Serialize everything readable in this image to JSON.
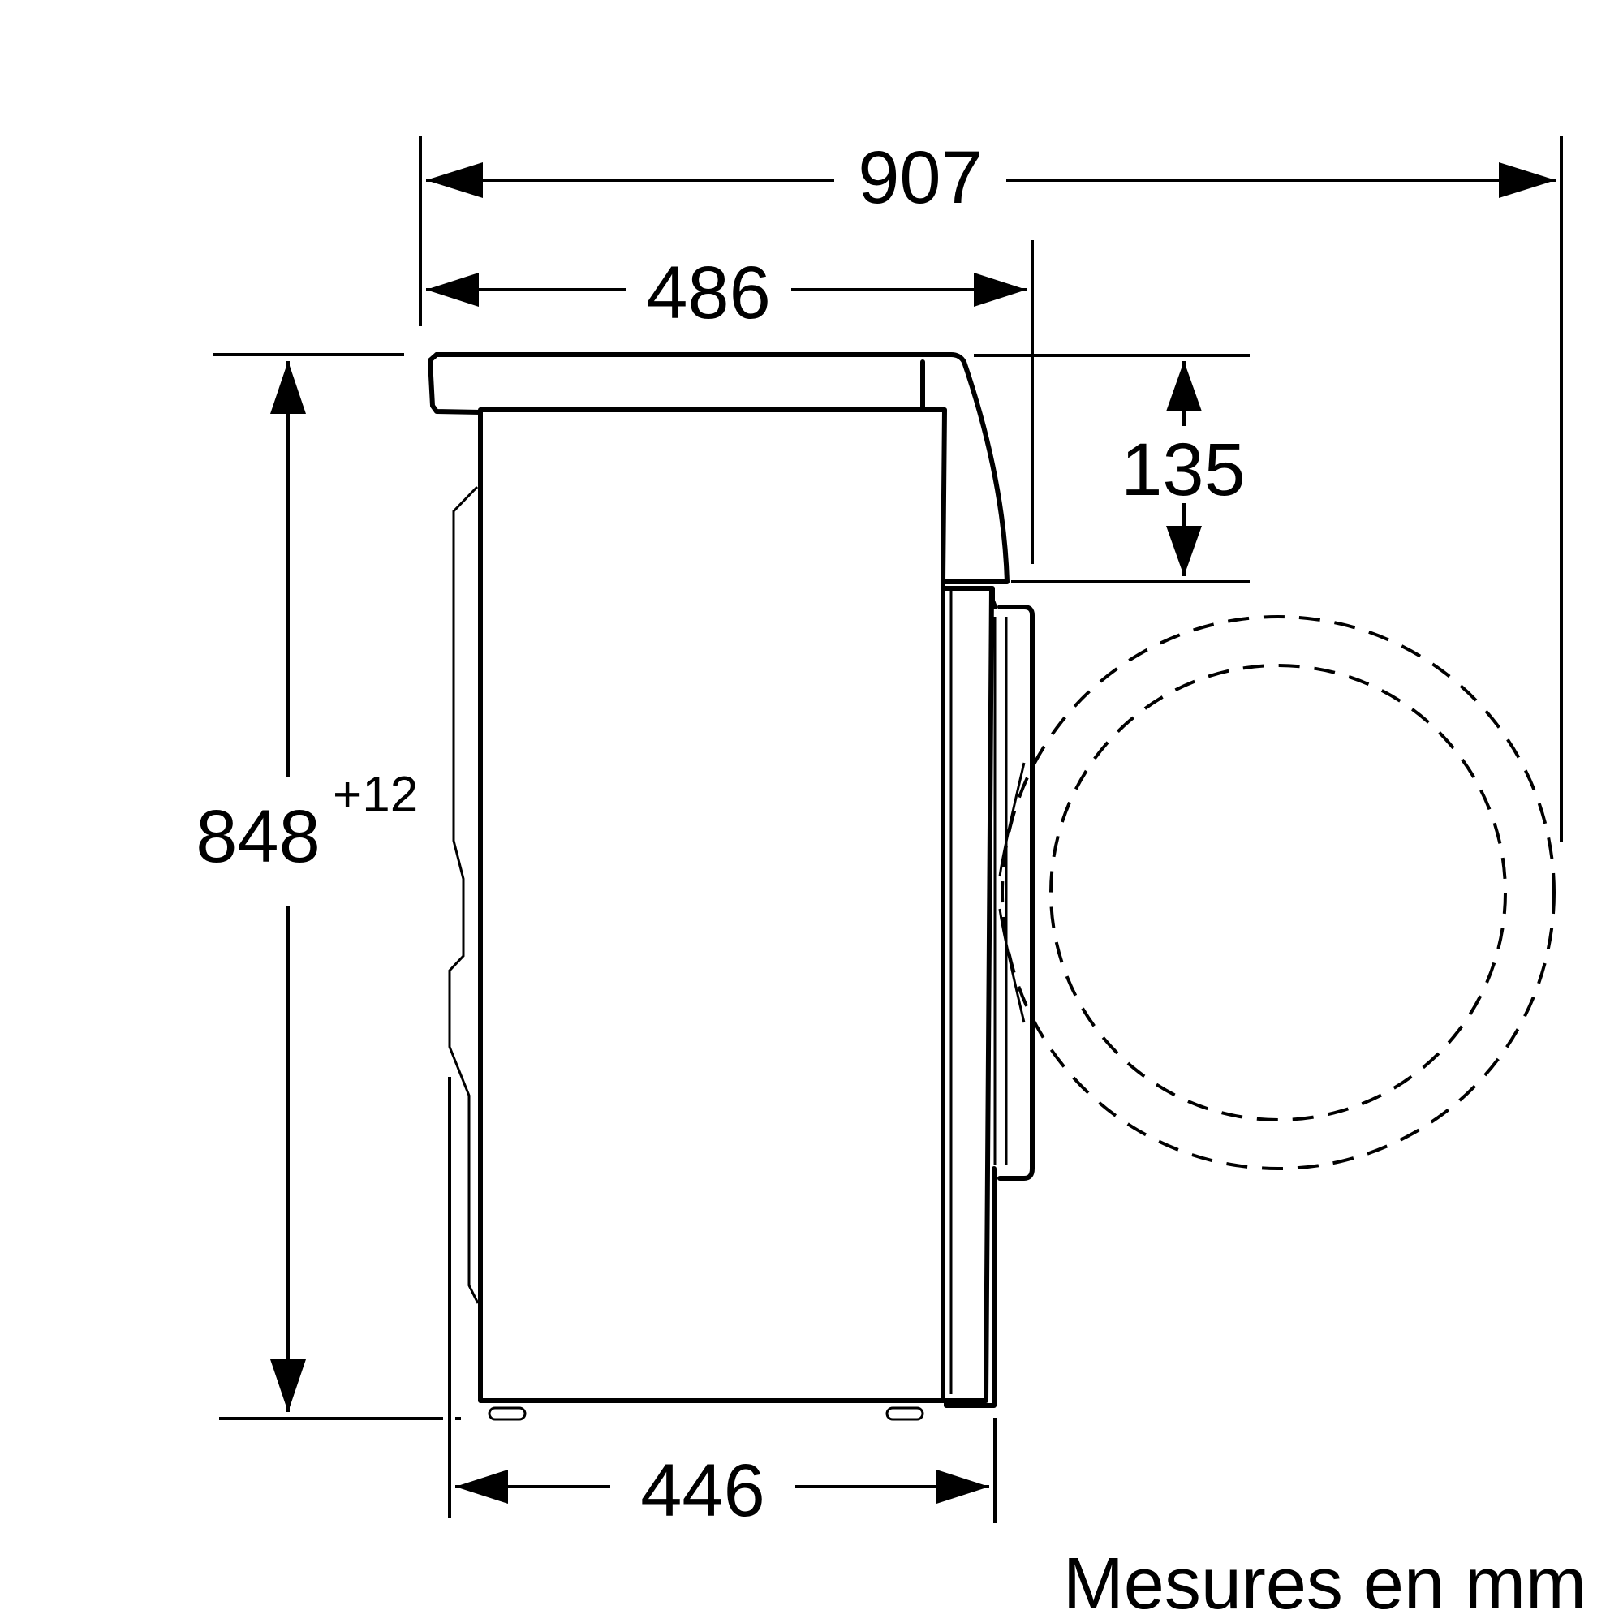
{
  "dimensions": {
    "overall_depth": "907",
    "top_depth": "486",
    "height": "848",
    "height_tolerance": "+12",
    "door_offset": "135",
    "base_depth": "446"
  },
  "footer": {
    "units_note": "Mesures en mm"
  },
  "colors": {
    "line": "#000000",
    "background": "#ffffff"
  }
}
